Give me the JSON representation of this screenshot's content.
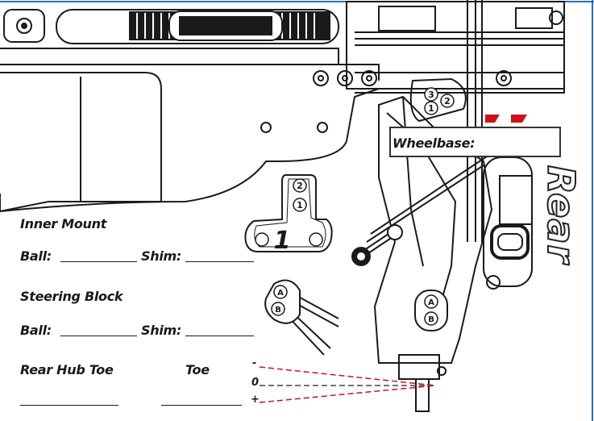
{
  "labels": {
    "wheelbase": "Wheelbase:",
    "inner_mount": "Inner Mount",
    "inner_ball": "Ball:",
    "inner_shim": "Shim:",
    "steering_block": "Steering Block",
    "steer_ball": "Ball:",
    "steer_shim": "Shim:",
    "rear_hub_toe": "Rear Hub Toe",
    "toe": "Toe",
    "rear": "Rear"
  },
  "toe_marks": {
    "minus": "-",
    "zero": "0",
    "plus": "+"
  },
  "mount_positions": [
    "3",
    "2",
    "1"
  ],
  "insert_positions": [
    "2",
    "1"
  ],
  "insert_number": "1",
  "block_positions": [
    "A",
    "B"
  ],
  "hub_positions": [
    "A",
    "B"
  ],
  "colors": {
    "accent_blue": "#2b6cc4",
    "toe_red": "#d0101a",
    "ink": "#1a1a1a"
  }
}
